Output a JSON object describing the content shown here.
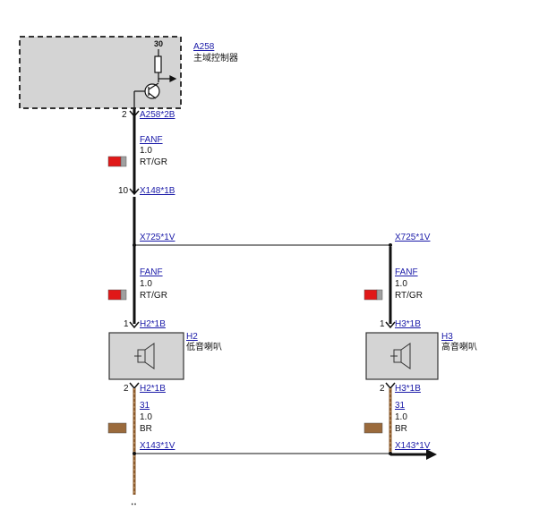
{
  "module_a258": {
    "ref": "A258",
    "name": "主域控制器",
    "terminal": "30",
    "pin_out": "2",
    "connector": "A258*2B"
  },
  "wire_upper": {
    "color_code": "FANF",
    "gauge": "1.0",
    "color_name": "RT/GR",
    "colors": [
      "#e01818",
      "#a0a0a0"
    ]
  },
  "connector_x148": {
    "pin": "10",
    "label": "X148*1B"
  },
  "splice_x725": {
    "left": "X725*1V",
    "right": "X725*1V"
  },
  "wire_h2_feed": {
    "color_code": "FANF",
    "gauge": "1.0",
    "color_name": "RT/GR"
  },
  "wire_h3_feed": {
    "color_code": "FANF",
    "gauge": "1.0",
    "color_name": "RT/GR"
  },
  "speaker_h2": {
    "ref": "H2",
    "name": "低音喇叭",
    "pin_in": "1",
    "conn_in": "H2*1B",
    "pin_out": "2",
    "conn_out": "H2*1B"
  },
  "speaker_h3": {
    "ref": "H3",
    "name": "高音喇叭",
    "pin_in": "1",
    "conn_in": "H3*1B",
    "pin_out": "2",
    "conn_out": "H3*1B"
  },
  "ground_h2": {
    "color_code": "31",
    "gauge": "1.0",
    "color_name": "BR"
  },
  "ground_h3": {
    "color_code": "31",
    "gauge": "1.0",
    "color_name": "BR"
  },
  "ground_splice": {
    "left": "X143*1V",
    "right": "X143*1V"
  },
  "colors": {
    "wire_black": "#111111",
    "wire_brown": "#8b5a2b",
    "module_fill": "#d4d4d4",
    "link": "#1a1aa8",
    "red": "#e01818",
    "brown_swatch": "#9a6a3c"
  }
}
